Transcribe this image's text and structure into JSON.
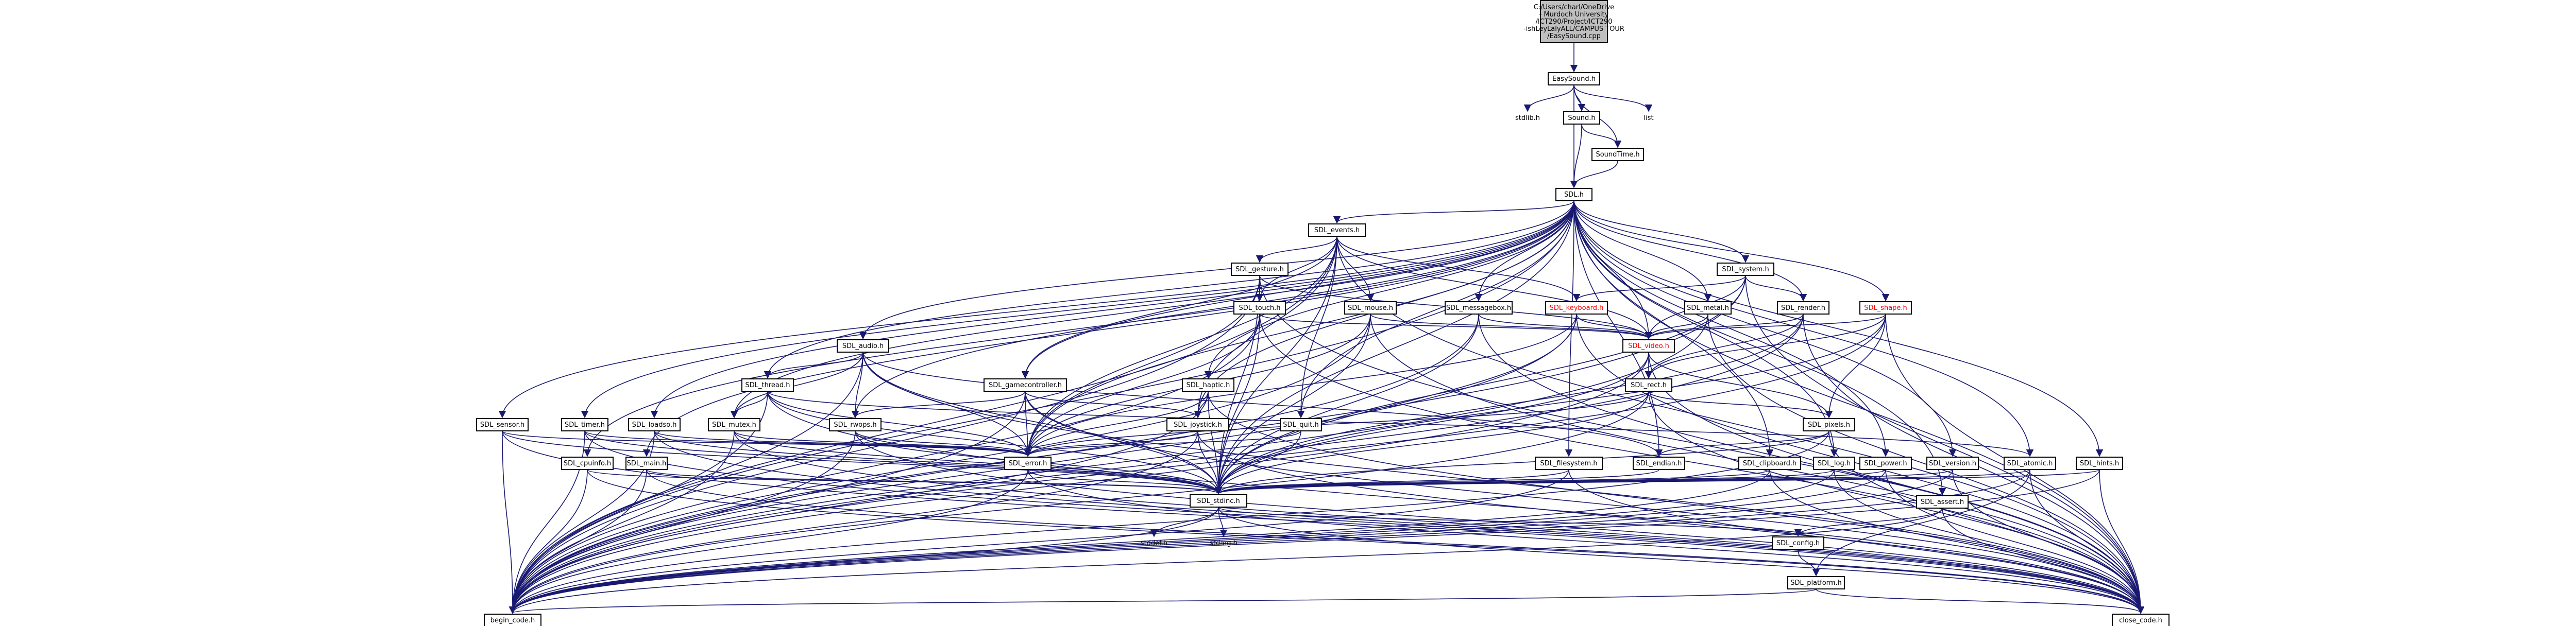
{
  "diagram": {
    "type": "include-dependency-graph",
    "edge_color": "#191970",
    "root_fill": "#bfbfbf",
    "highlight_color": "#ff0000",
    "nodes": [
      {
        "id": "root",
        "label": [
          "C:/Users/charl/OneDrive",
          "- Murdoch University",
          "/ICT290/Project/ICT290",
          "-ishLeyLalyALL/CAMPUS TOUR",
          "/EasySound.cpp"
        ],
        "style": "root"
      },
      {
        "id": "easysound_h",
        "label": [
          "EasySound.h"
        ]
      },
      {
        "id": "stdlib_h",
        "label": [
          "stdlib.h"
        ],
        "style": "plain"
      },
      {
        "id": "sound_h",
        "label": [
          "Sound.h"
        ]
      },
      {
        "id": "list",
        "label": [
          "list"
        ],
        "style": "plain"
      },
      {
        "id": "soundtime_h",
        "label": [
          "SoundTime.h"
        ]
      },
      {
        "id": "sdl_h",
        "label": [
          "SDL.h"
        ]
      },
      {
        "id": "events_h",
        "label": [
          "SDL_events.h"
        ]
      },
      {
        "id": "gesture_h",
        "label": [
          "SDL_gesture.h"
        ]
      },
      {
        "id": "system_h",
        "label": [
          "SDL_system.h"
        ]
      },
      {
        "id": "touch_h",
        "label": [
          "SDL_touch.h"
        ]
      },
      {
        "id": "mouse_h",
        "label": [
          "SDL_mouse.h"
        ]
      },
      {
        "id": "messagebox_h",
        "label": [
          "SDL_messagebox.h"
        ]
      },
      {
        "id": "keyboard_h",
        "label": [
          "SDL_keyboard.h"
        ],
        "style": "red"
      },
      {
        "id": "metal_h",
        "label": [
          "SDL_metal.h"
        ]
      },
      {
        "id": "render_h",
        "label": [
          "SDL_render.h"
        ]
      },
      {
        "id": "shape_h",
        "label": [
          "SDL_shape.h"
        ],
        "style": "red"
      },
      {
        "id": "video_h",
        "label": [
          "SDL_video.h"
        ],
        "style": "red"
      },
      {
        "id": "audio_h",
        "label": [
          "SDL_audio.h"
        ]
      },
      {
        "id": "rect_h",
        "label": [
          "SDL_rect.h"
        ]
      },
      {
        "id": "thread_h",
        "label": [
          "SDL_thread.h"
        ]
      },
      {
        "id": "gamecontroller_h",
        "label": [
          "SDL_gamecontroller.h"
        ]
      },
      {
        "id": "haptic_h",
        "label": [
          "SDL_haptic.h"
        ]
      },
      {
        "id": "pixels_h",
        "label": [
          "SDL_pixels.h"
        ]
      },
      {
        "id": "sensor_h",
        "label": [
          "SDL_sensor.h"
        ]
      },
      {
        "id": "timer_h",
        "label": [
          "SDL_timer.h"
        ]
      },
      {
        "id": "loadso_h",
        "label": [
          "SDL_loadso.h"
        ]
      },
      {
        "id": "mutex_h",
        "label": [
          "SDL_mutex.h"
        ]
      },
      {
        "id": "rwops_h",
        "label": [
          "SDL_rwops.h"
        ]
      },
      {
        "id": "joystick_h",
        "label": [
          "SDL_joystick.h"
        ]
      },
      {
        "id": "quit_h",
        "label": [
          "SDL_quit.h"
        ]
      },
      {
        "id": "cpuinfo_h",
        "label": [
          "SDL_cpuinfo.h"
        ]
      },
      {
        "id": "main_h",
        "label": [
          "SDL_main.h"
        ]
      },
      {
        "id": "error_h",
        "label": [
          "SDL_error.h"
        ]
      },
      {
        "id": "filesystem_h",
        "label": [
          "SDL_filesystem.h"
        ]
      },
      {
        "id": "endian_h",
        "label": [
          "SDL_endian.h"
        ]
      },
      {
        "id": "clipboard_h",
        "label": [
          "SDL_clipboard.h"
        ]
      },
      {
        "id": "log_h",
        "label": [
          "SDL_log.h"
        ]
      },
      {
        "id": "power_h",
        "label": [
          "SDL_power.h"
        ]
      },
      {
        "id": "version_h",
        "label": [
          "SDL_version.h"
        ]
      },
      {
        "id": "atomic_h",
        "label": [
          "SDL_atomic.h"
        ]
      },
      {
        "id": "hints_h",
        "label": [
          "SDL_hints.h"
        ]
      },
      {
        "id": "stdinc_h",
        "label": [
          "SDL_stdinc.h"
        ]
      },
      {
        "id": "assert_h",
        "label": [
          "SDL_assert.h"
        ]
      },
      {
        "id": "stddef_h",
        "label": [
          "stddef.h"
        ],
        "style": "plain"
      },
      {
        "id": "stdarg_h",
        "label": [
          "stdarg.h"
        ],
        "style": "plain"
      },
      {
        "id": "config_h",
        "label": [
          "SDL_config.h"
        ]
      },
      {
        "id": "platform_h",
        "label": [
          "SDL_platform.h"
        ]
      },
      {
        "id": "begin_code_h",
        "label": [
          "begin_code.h"
        ]
      },
      {
        "id": "close_code_h",
        "label": [
          "close_code.h"
        ]
      }
    ],
    "edges": [
      [
        "root",
        "easysound_h"
      ],
      [
        "easysound_h",
        "stdlib_h"
      ],
      [
        "easysound_h",
        "sound_h"
      ],
      [
        "easysound_h",
        "list"
      ],
      [
        "easysound_h",
        "soundtime_h"
      ],
      [
        "easysound_h",
        "sdl_h"
      ],
      [
        "sound_h",
        "sdl_h"
      ],
      [
        "sound_h",
        "soundtime_h"
      ],
      [
        "soundtime_h",
        "sdl_h"
      ],
      [
        "sdl_h",
        "events_h"
      ],
      [
        "sdl_h",
        "system_h"
      ],
      [
        "sdl_h",
        "messagebox_h"
      ],
      [
        "sdl_h",
        "metal_h"
      ],
      [
        "sdl_h",
        "render_h"
      ],
      [
        "sdl_h",
        "shape_h"
      ],
      [
        "sdl_h",
        "video_h"
      ],
      [
        "sdl_h",
        "audio_h"
      ],
      [
        "sdl_h",
        "thread_h"
      ],
      [
        "sdl_h",
        "gamecontroller_h"
      ],
      [
        "sdl_h",
        "haptic_h"
      ],
      [
        "sdl_h",
        "sensor_h"
      ],
      [
        "sdl_h",
        "timer_h"
      ],
      [
        "sdl_h",
        "loadso_h"
      ],
      [
        "sdl_h",
        "mutex_h"
      ],
      [
        "sdl_h",
        "rwops_h"
      ],
      [
        "sdl_h",
        "joystick_h"
      ],
      [
        "sdl_h",
        "quit_h"
      ],
      [
        "sdl_h",
        "cpuinfo_h"
      ],
      [
        "sdl_h",
        "main_h"
      ],
      [
        "sdl_h",
        "error_h"
      ],
      [
        "sdl_h",
        "filesystem_h"
      ],
      [
        "sdl_h",
        "endian_h"
      ],
      [
        "sdl_h",
        "clipboard_h"
      ],
      [
        "sdl_h",
        "log_h"
      ],
      [
        "sdl_h",
        "power_h"
      ],
      [
        "sdl_h",
        "version_h"
      ],
      [
        "sdl_h",
        "atomic_h"
      ],
      [
        "sdl_h",
        "hints_h"
      ],
      [
        "sdl_h",
        "stdinc_h"
      ],
      [
        "sdl_h",
        "assert_h"
      ],
      [
        "sdl_h",
        "begin_code_h"
      ],
      [
        "sdl_h",
        "close_code_h"
      ],
      [
        "events_h",
        "gesture_h"
      ],
      [
        "events_h",
        "touch_h"
      ],
      [
        "events_h",
        "mouse_h"
      ],
      [
        "events_h",
        "keyboard_h"
      ],
      [
        "events_h",
        "video_h"
      ],
      [
        "events_h",
        "joystick_h"
      ],
      [
        "events_h",
        "gamecontroller_h"
      ],
      [
        "events_h",
        "quit_h"
      ],
      [
        "events_h",
        "error_h"
      ],
      [
        "events_h",
        "stdinc_h"
      ],
      [
        "events_h",
        "begin_code_h"
      ],
      [
        "events_h",
        "close_code_h"
      ],
      [
        "gesture_h",
        "touch_h"
      ],
      [
        "gesture_h",
        "video_h"
      ],
      [
        "gesture_h",
        "error_h"
      ],
      [
        "gesture_h",
        "stdinc_h"
      ],
      [
        "gesture_h",
        "begin_code_h"
      ],
      [
        "gesture_h",
        "close_code_h"
      ],
      [
        "touch_h",
        "error_h"
      ],
      [
        "touch_h",
        "stdinc_h"
      ],
      [
        "touch_h",
        "video_h"
      ],
      [
        "touch_h",
        "begin_code_h"
      ],
      [
        "touch_h",
        "close_code_h"
      ],
      [
        "mouse_h",
        "video_h"
      ],
      [
        "mouse_h",
        "error_h"
      ],
      [
        "mouse_h",
        "stdinc_h"
      ],
      [
        "mouse_h",
        "begin_code_h"
      ],
      [
        "mouse_h",
        "close_code_h"
      ],
      [
        "messagebox_h",
        "video_h"
      ],
      [
        "messagebox_h",
        "stdinc_h"
      ],
      [
        "messagebox_h",
        "begin_code_h"
      ],
      [
        "messagebox_h",
        "close_code_h"
      ],
      [
        "keyboard_h",
        "video_h"
      ],
      [
        "keyboard_h",
        "error_h"
      ],
      [
        "keyboard_h",
        "stdinc_h"
      ],
      [
        "keyboard_h",
        "begin_code_h"
      ],
      [
        "keyboard_h",
        "close_code_h"
      ],
      [
        "system_h",
        "keyboard_h"
      ],
      [
        "system_h",
        "render_h"
      ],
      [
        "system_h",
        "video_h"
      ],
      [
        "system_h",
        "stdinc_h"
      ],
      [
        "system_h",
        "begin_code_h"
      ],
      [
        "system_h",
        "close_code_h"
      ],
      [
        "metal_h",
        "video_h"
      ],
      [
        "metal_h",
        "begin_code_h"
      ],
      [
        "metal_h",
        "close_code_h"
      ],
      [
        "render_h",
        "video_h"
      ],
      [
        "render_h",
        "rect_h"
      ],
      [
        "render_h",
        "stdinc_h"
      ],
      [
        "render_h",
        "begin_code_h"
      ],
      [
        "render_h",
        "close_code_h"
      ],
      [
        "shape_h",
        "video_h"
      ],
      [
        "shape_h",
        "rect_h"
      ],
      [
        "shape_h",
        "pixels_h"
      ],
      [
        "shape_h",
        "stdinc_h"
      ],
      [
        "shape_h",
        "begin_code_h"
      ],
      [
        "shape_h",
        "close_code_h"
      ],
      [
        "video_h",
        "rect_h"
      ],
      [
        "video_h",
        "pixels_h"
      ],
      [
        "video_h",
        "surface_h_skip"
      ],
      [
        "video_h",
        "stdinc_h"
      ],
      [
        "video_h",
        "begin_code_h"
      ],
      [
        "video_h",
        "close_code_h"
      ],
      [
        "rect_h",
        "pixels_h"
      ],
      [
        "rect_h",
        "error_h"
      ],
      [
        "rect_h",
        "stdinc_h"
      ],
      [
        "rect_h",
        "begin_code_h"
      ],
      [
        "rect_h",
        "close_code_h"
      ],
      [
        "pixels_h",
        "endian_h"
      ],
      [
        "pixels_h",
        "stdinc_h"
      ],
      [
        "pixels_h",
        "begin_code_h"
      ],
      [
        "pixels_h",
        "close_code_h"
      ],
      [
        "audio_h",
        "thread_h"
      ],
      [
        "audio_h",
        "mutex_h"
      ],
      [
        "audio_h",
        "rwops_h"
      ],
      [
        "audio_h",
        "endian_h"
      ],
      [
        "audio_h",
        "error_h"
      ],
      [
        "audio_h",
        "stdinc_h"
      ],
      [
        "audio_h",
        "begin_code_h"
      ],
      [
        "audio_h",
        "close_code_h"
      ],
      [
        "thread_h",
        "mutex_h"
      ],
      [
        "thread_h",
        "atomic_h"
      ],
      [
        "thread_h",
        "error_h"
      ],
      [
        "thread_h",
        "stdinc_h"
      ],
      [
        "thread_h",
        "begin_code_h"
      ],
      [
        "thread_h",
        "close_code_h"
      ],
      [
        "gamecontroller_h",
        "joystick_h"
      ],
      [
        "gamecontroller_h",
        "rwops_h"
      ],
      [
        "gamecontroller_h",
        "error_h"
      ],
      [
        "gamecontroller_h",
        "stdinc_h"
      ],
      [
        "gamecontroller_h",
        "begin_code_h"
      ],
      [
        "gamecontroller_h",
        "close_code_h"
      ],
      [
        "haptic_h",
        "joystick_h"
      ],
      [
        "haptic_h",
        "error_h"
      ],
      [
        "haptic_h",
        "stdinc_h"
      ],
      [
        "haptic_h",
        "begin_code_h"
      ],
      [
        "haptic_h",
        "close_code_h"
      ],
      [
        "joystick_h",
        "error_h"
      ],
      [
        "joystick_h",
        "stdinc_h"
      ],
      [
        "joystick_h",
        "begin_code_h"
      ],
      [
        "joystick_h",
        "close_code_h"
      ],
      [
        "sensor_h",
        "error_h"
      ],
      [
        "sensor_h",
        "stdinc_h"
      ],
      [
        "sensor_h",
        "begin_code_h"
      ],
      [
        "sensor_h",
        "close_code_h"
      ],
      [
        "timer_h",
        "stdinc_h"
      ],
      [
        "timer_h",
        "error_h"
      ],
      [
        "timer_h",
        "begin_code_h"
      ],
      [
        "timer_h",
        "close_code_h"
      ],
      [
        "loadso_h",
        "stdinc_h"
      ],
      [
        "loadso_h",
        "error_h"
      ],
      [
        "loadso_h",
        "begin_code_h"
      ],
      [
        "loadso_h",
        "close_code_h"
      ],
      [
        "mutex_h",
        "stdinc_h"
      ],
      [
        "mutex_h",
        "error_h"
      ],
      [
        "mutex_h",
        "begin_code_h"
      ],
      [
        "mutex_h",
        "close_code_h"
      ],
      [
        "rwops_h",
        "stdinc_h"
      ],
      [
        "rwops_h",
        "error_h"
      ],
      [
        "rwops_h",
        "begin_code_h"
      ],
      [
        "rwops_h",
        "close_code_h"
      ],
      [
        "quit_h",
        "stdinc_h"
      ],
      [
        "quit_h",
        "error_h"
      ],
      [
        "cpuinfo_h",
        "stdinc_h"
      ],
      [
        "cpuinfo_h",
        "begin_code_h"
      ],
      [
        "cpuinfo_h",
        "close_code_h"
      ],
      [
        "main_h",
        "stdinc_h"
      ],
      [
        "main_h",
        "begin_code_h"
      ],
      [
        "main_h",
        "close_code_h"
      ],
      [
        "error_h",
        "stdinc_h"
      ],
      [
        "error_h",
        "begin_code_h"
      ],
      [
        "error_h",
        "close_code_h"
      ],
      [
        "filesystem_h",
        "stdinc_h"
      ],
      [
        "filesystem_h",
        "begin_code_h"
      ],
      [
        "filesystem_h",
        "close_code_h"
      ],
      [
        "endian_h",
        "stdinc_h"
      ],
      [
        "clipboard_h",
        "stdinc_h"
      ],
      [
        "clipboard_h",
        "begin_code_h"
      ],
      [
        "clipboard_h",
        "close_code_h"
      ],
      [
        "log_h",
        "stdinc_h"
      ],
      [
        "log_h",
        "begin_code_h"
      ],
      [
        "log_h",
        "close_code_h"
      ],
      [
        "power_h",
        "stdinc_h"
      ],
      [
        "power_h",
        "begin_code_h"
      ],
      [
        "power_h",
        "close_code_h"
      ],
      [
        "version_h",
        "stdinc_h"
      ],
      [
        "version_h",
        "begin_code_h"
      ],
      [
        "version_h",
        "close_code_h"
      ],
      [
        "atomic_h",
        "stdinc_h"
      ],
      [
        "atomic_h",
        "platform_h"
      ],
      [
        "atomic_h",
        "begin_code_h"
      ],
      [
        "atomic_h",
        "close_code_h"
      ],
      [
        "hints_h",
        "stdinc_h"
      ],
      [
        "hints_h",
        "begin_code_h"
      ],
      [
        "hints_h",
        "close_code_h"
      ],
      [
        "assert_h",
        "config_h"
      ],
      [
        "assert_h",
        "begin_code_h"
      ],
      [
        "assert_h",
        "close_code_h"
      ],
      [
        "stdinc_h",
        "config_h"
      ],
      [
        "stdinc_h",
        "stddef_h"
      ],
      [
        "stdinc_h",
        "stdarg_h"
      ],
      [
        "stdinc_h",
        "begin_code_h"
      ],
      [
        "stdinc_h",
        "close_code_h"
      ],
      [
        "config_h",
        "platform_h"
      ],
      [
        "platform_h",
        "begin_code_h"
      ],
      [
        "platform_h",
        "close_code_h"
      ]
    ]
  }
}
